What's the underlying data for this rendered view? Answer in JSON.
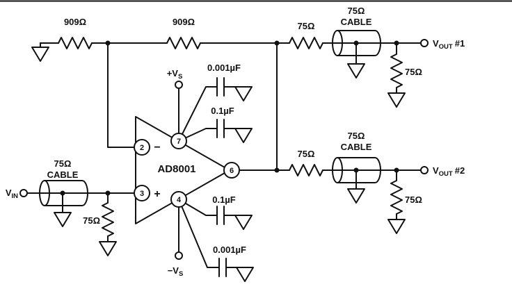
{
  "figure": {
    "type": "circuit-schematic",
    "device": "AD8001",
    "description": "Op amp video distribution amplifier driving two 75Ω back-terminated cables"
  },
  "opamp": {
    "name": "AD8001",
    "pins": {
      "inv": "2",
      "noninv": "3",
      "vplus": "7",
      "vminus": "4",
      "out": "6"
    },
    "signs": {
      "minus": "−",
      "plus": "+"
    }
  },
  "resistors": {
    "feedback1": "909Ω",
    "feedback2": "909Ω",
    "series_out1": "75Ω",
    "term_out1": "75Ω",
    "series_out2": "75Ω",
    "term_out2": "75Ω",
    "term_in": "75Ω"
  },
  "capacitors": {
    "top_outer": "0.001µF",
    "top_inner": "0.1µF",
    "bottom_inner": "0.1µF",
    "bottom_outer": "0.001µF"
  },
  "cables": {
    "out1": {
      "impedance": "75Ω",
      "label": "CABLE"
    },
    "out2": {
      "impedance": "75Ω",
      "label": "CABLE"
    },
    "input": {
      "impedance": "75Ω",
      "label": "CABLE"
    }
  },
  "ports": {
    "vin": {
      "v": "V",
      "sub": "IN"
    },
    "vout1": {
      "v": "V",
      "sub": "OUT",
      "num": "#1"
    },
    "vout2": {
      "v": "V",
      "sub": "OUT",
      "num": "#2"
    },
    "vs_plus": {
      "v": "+V",
      "sub": "S"
    },
    "vs_minus": {
      "v": "−V",
      "sub": "S"
    }
  }
}
